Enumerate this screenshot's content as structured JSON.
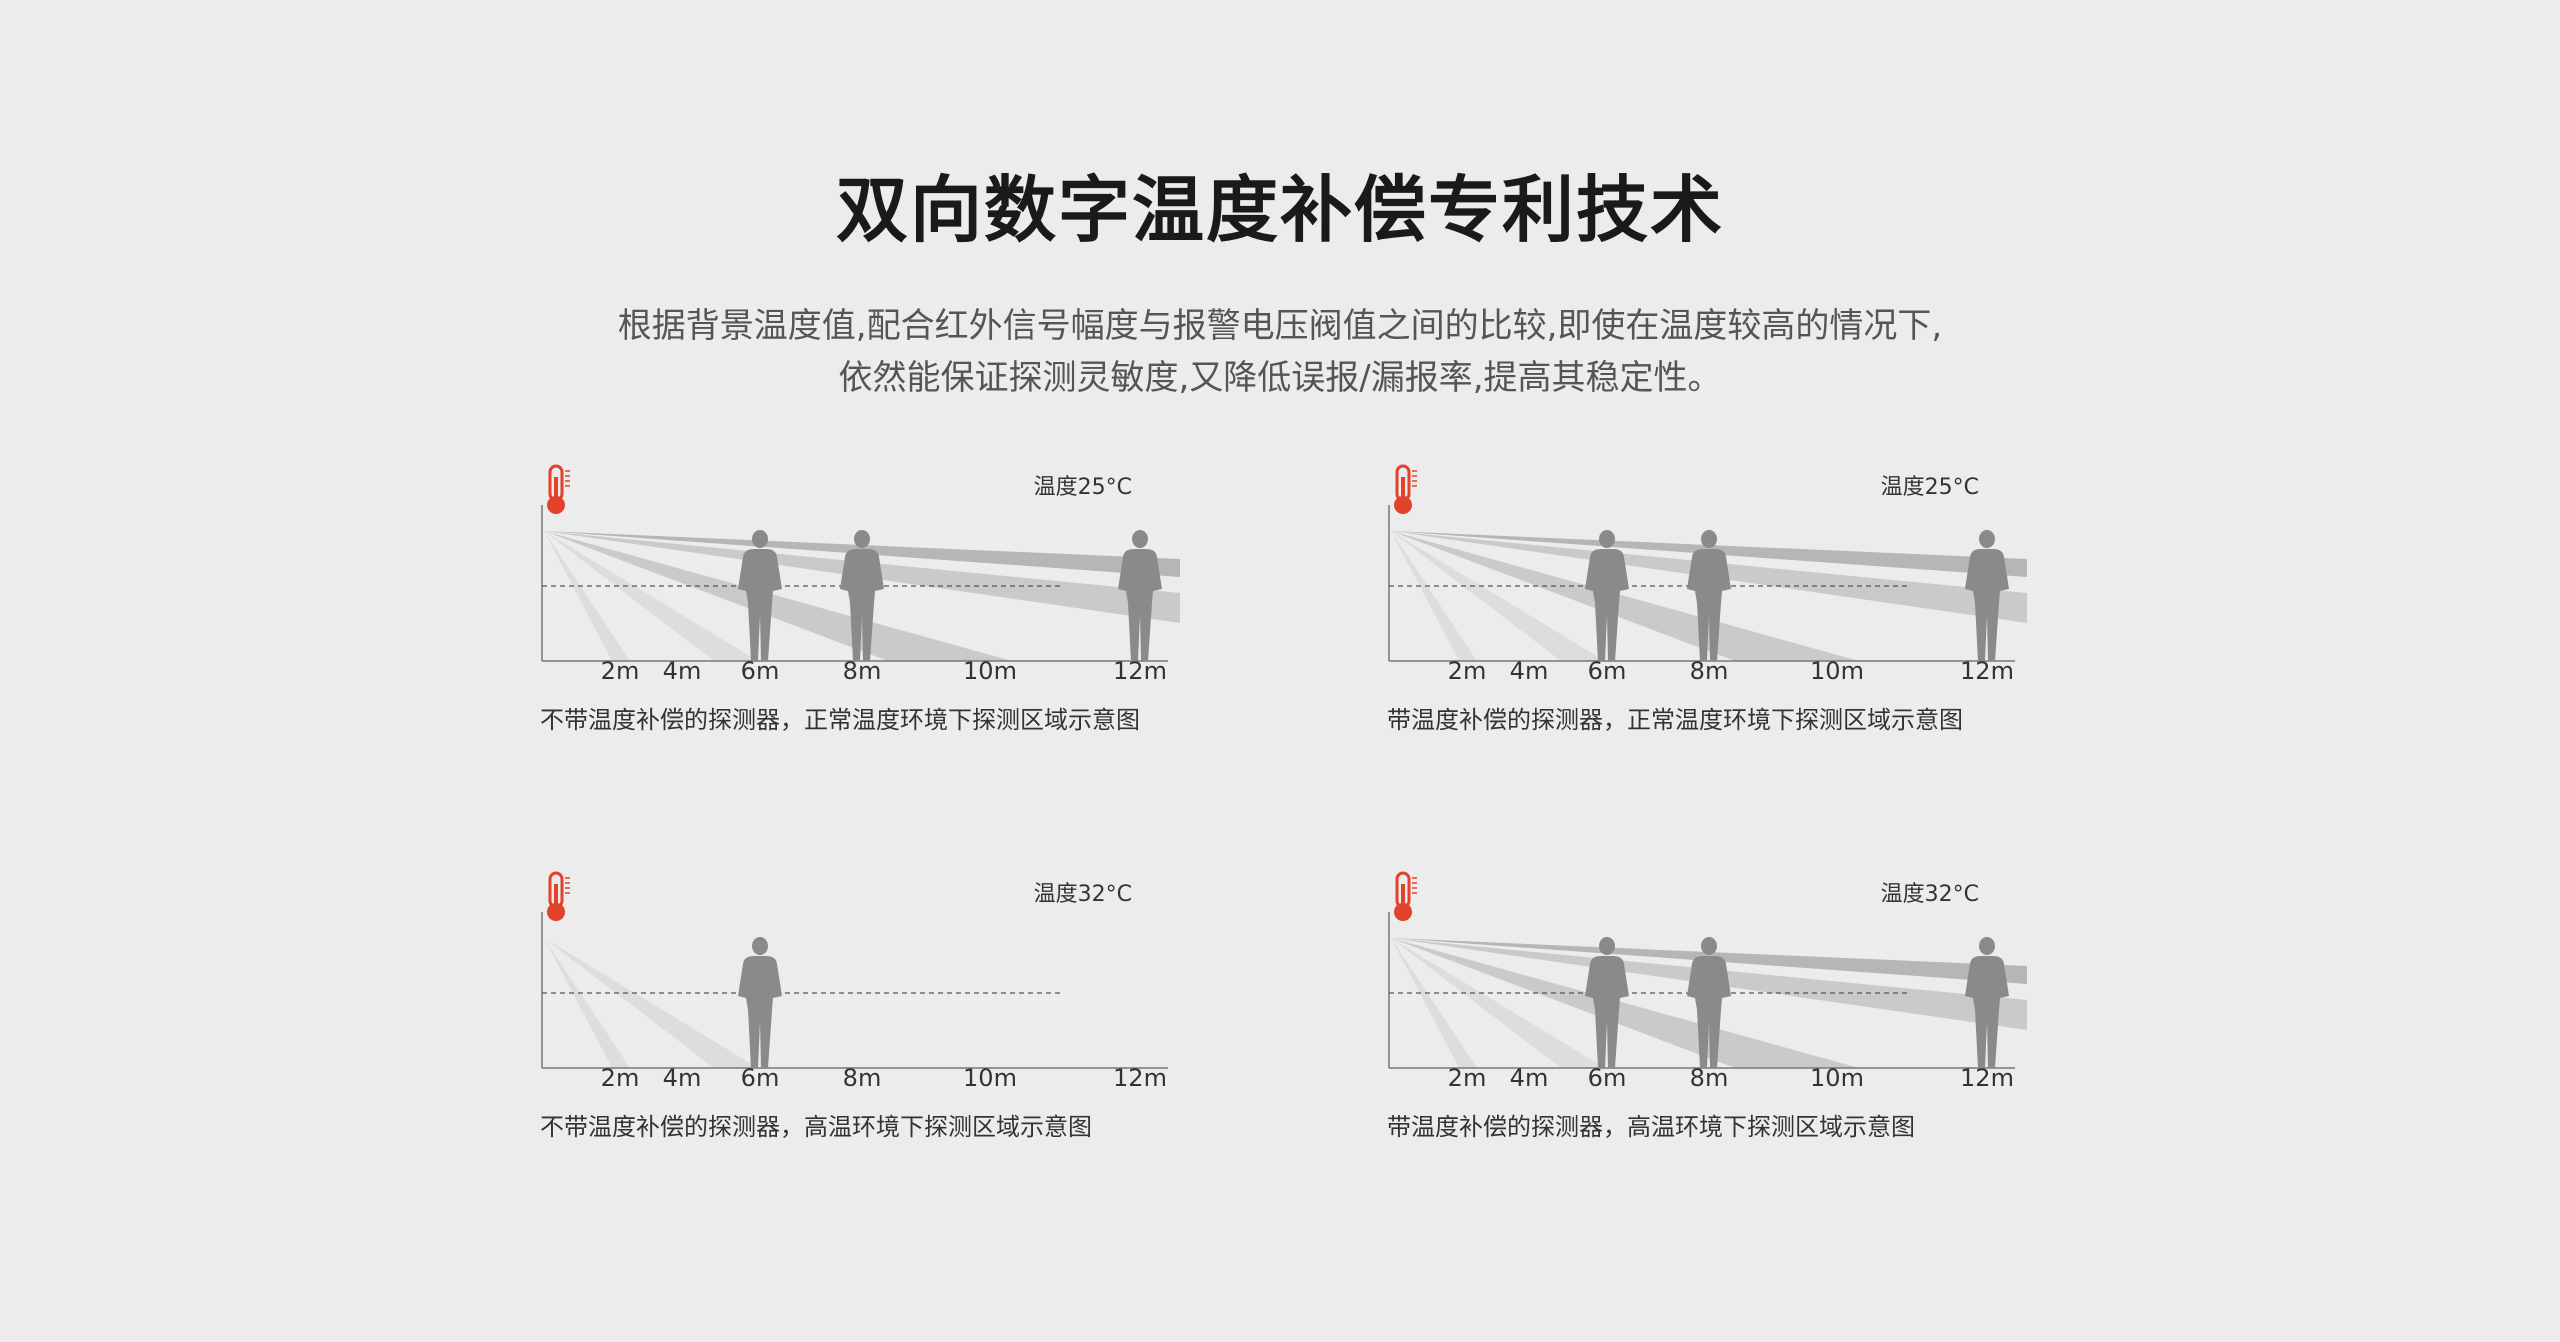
{
  "title": "双向数字温度补偿专利技术",
  "intro": {
    "line1": "根据背景温度值,配合红外信号幅度与报警电压阀值之间的比较,即使在温度较高的情况下,",
    "line2": "依然能保证探测灵敏度,又降低误报/漏报率,提高其稳定性。"
  },
  "axis_ticks": [
    "2m",
    "4m",
    "6m",
    "8m",
    "10m",
    "12m"
  ],
  "panels": [
    {
      "temperature": "温度25°C",
      "caption": "不带温度补偿的探测器，正常温度环境下探测区域示意图",
      "detection_range_m": 12,
      "persons_at_m": [
        6,
        8,
        12
      ]
    },
    {
      "temperature": "温度25°C",
      "caption": "带温度补偿的探测器，正常温度环境下探测区域示意图",
      "detection_range_m": 12,
      "persons_at_m": [
        6,
        8,
        12
      ]
    },
    {
      "temperature": "温度32°C",
      "caption": "不带温度补偿的探测器，高温环境下探测区域示意图",
      "detection_range_m": 6,
      "persons_at_m": [
        6
      ]
    },
    {
      "temperature": "温度32°C",
      "caption": "带温度补偿的探测器，高温环境下探测区域示意图",
      "detection_range_m": 12,
      "persons_at_m": [
        6,
        8,
        12
      ]
    }
  ],
  "colors": {
    "background": "#ececec",
    "beam_light": "#dcdcdc",
    "beam_mid": "#c8c8c8",
    "beam_dark": "#b3b3b3",
    "person": "#8a8a8a",
    "thermometer": "#e2412c"
  }
}
